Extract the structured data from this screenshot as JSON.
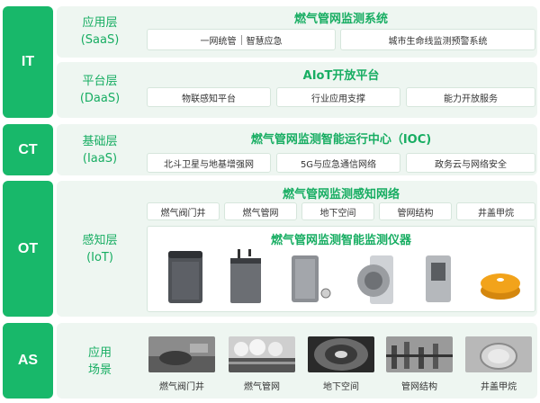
{
  "sidebar": [
    {
      "label": "IT"
    },
    {
      "label": "CT"
    },
    {
      "label": "OT"
    },
    {
      "label": "AS"
    }
  ],
  "saas": {
    "layer": "应用层",
    "layer_en": "(SaaS)",
    "title": "燃气管网监测系统",
    "left_a": "一网统管",
    "left_b": "智慧应急",
    "right": "城市生命线监测预警系统"
  },
  "daas": {
    "layer": "平台层",
    "layer_en": "(DaaS)",
    "title": "AIoT开放平台",
    "items": [
      "物联感知平台",
      "行业应用支撑",
      "能力开放服务"
    ]
  },
  "iaas": {
    "layer": "基础层",
    "layer_en": "(IaaS)",
    "title": "燃气管网监测智能运行中心（IOC)",
    "items": [
      "北斗卫星与地基增强网",
      "5G与应急通信网络",
      "政务云与网络安全"
    ]
  },
  "iot": {
    "layer": "感知层",
    "layer_en": "(IoT)",
    "network_title": "燃气管网监测感知网络",
    "network_items": [
      "燃气阀门井",
      "燃气管网",
      "地下空间",
      "管网结构",
      "井盖甲烷"
    ],
    "device_title": "燃气管网监测智能监测仪器"
  },
  "scenes": {
    "layer_a": "应用",
    "layer_b": "场景",
    "captions": [
      "燃气阀门井",
      "燃气管网",
      "地下空间",
      "管网结构",
      "井盖甲烷"
    ]
  },
  "colors": {
    "accent": "#18b86a",
    "panel": "#eef6f1",
    "title": "#17ad62"
  }
}
